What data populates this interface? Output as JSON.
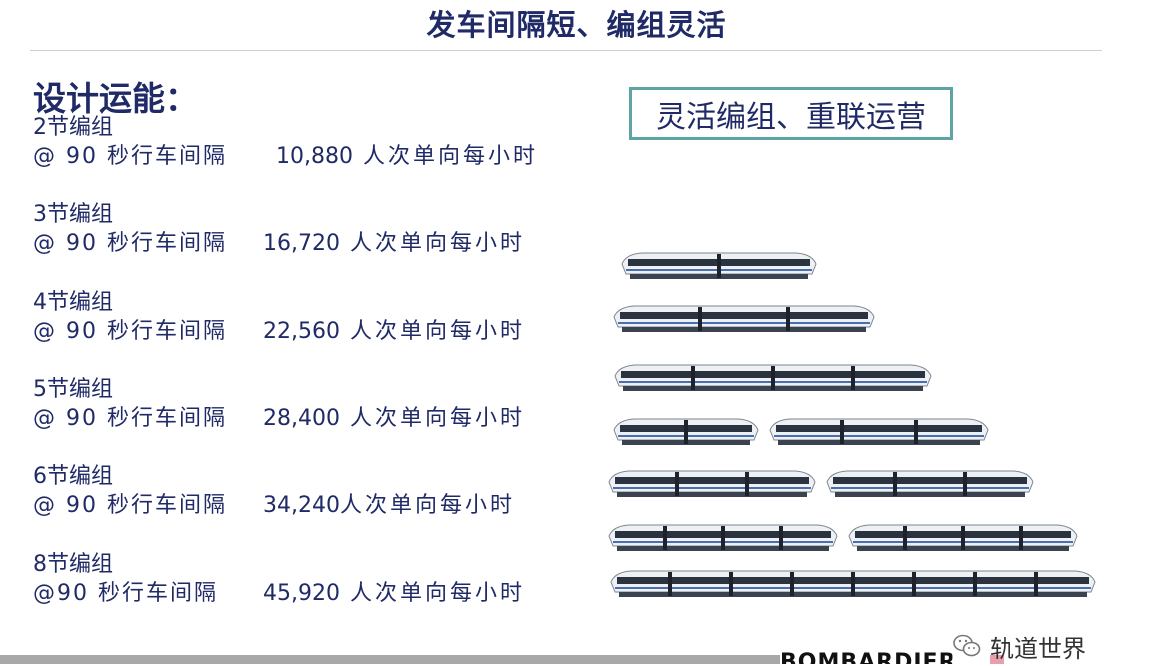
{
  "title": "发车间隔短、编组灵活",
  "section_heading": "设计运能：",
  "capacities": [
    {
      "config": "2节编组",
      "headway": "@ 90 秒行车间隔",
      "value": "10,880",
      "unit": " 人次单向每小时"
    },
    {
      "config": "3节编组",
      "headway": "@ 90 秒行车间隔",
      "value": "16,720",
      "unit": " 人次单向每小时"
    },
    {
      "config": "4节编组",
      "headway": "@ 90 秒行车间隔",
      "value": "22,560",
      "unit": " 人次单向每小时"
    },
    {
      "config": "5节编组",
      "headway": "@ 90 秒行车间隔",
      "value": "28,400",
      "unit": " 人次单向每小时"
    },
    {
      "config": "6节编组",
      "headway": "@ 90 秒行车间隔",
      "value": "34,240",
      "unit": "人次单向每小时"
    },
    {
      "config": "8节编组",
      "headway": "@90 秒行车间隔",
      "value": "45,920",
      "unit": " 人次单向每小时"
    }
  ],
  "callout": "灵活编组、重联运营",
  "trains": [
    {
      "cars": 2
    },
    {
      "cars": 3
    },
    {
      "cars": 4
    },
    {
      "cars": 5,
      "coupled": [
        2,
        3
      ]
    },
    {
      "cars": 6,
      "coupled": [
        3,
        3
      ]
    },
    {
      "cars": 8,
      "coupled": [
        4,
        4
      ]
    },
    {
      "cars": 8
    }
  ],
  "logo": {
    "text": "BOMBARDIER",
    "accent_color": "#c8102e"
  },
  "watermark": {
    "text": "轨道世界",
    "icon": "wechat-icon"
  },
  "colors": {
    "title": "#1f2a66",
    "callout_border": "#5fa4a4"
  }
}
